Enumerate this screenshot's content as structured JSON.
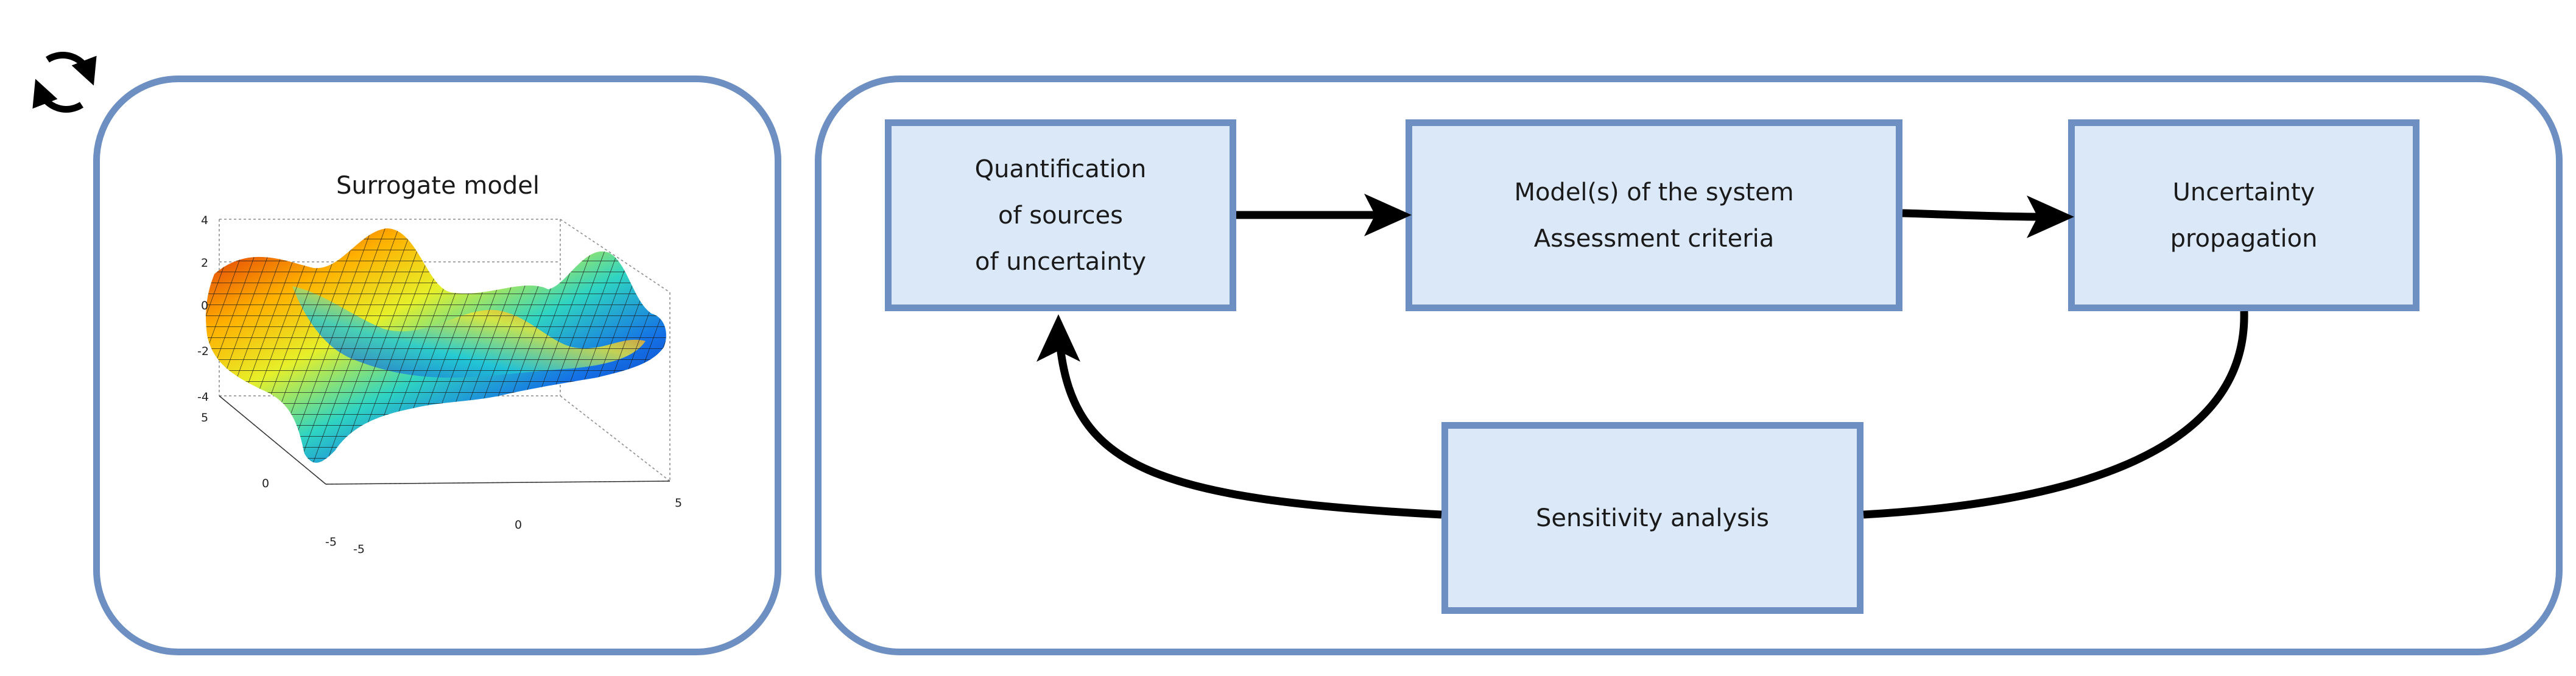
{
  "surrogate": {
    "title": "Surrogate model",
    "z_ticks": [
      "4",
      "2",
      "0",
      "-2",
      "-4"
    ],
    "y_ticks": [
      "5",
      "0",
      "-5"
    ],
    "x_ticks": [
      "-5",
      "0",
      "5"
    ]
  },
  "boxes": {
    "quantification": "Quantification\nof sources\nof uncertainty",
    "model": "Model(s) of the system\nAssessment criteria",
    "propagation": "Uncertainty\npropagation",
    "sensitivity": "Sensitivity analysis"
  },
  "icons": {
    "cycle": "cycle-icon",
    "surface": "surface-plot-icon"
  },
  "colors": {
    "panel_border": "#6e8fc2",
    "box_fill": "#dbe8f8",
    "arrow": "#000000"
  }
}
